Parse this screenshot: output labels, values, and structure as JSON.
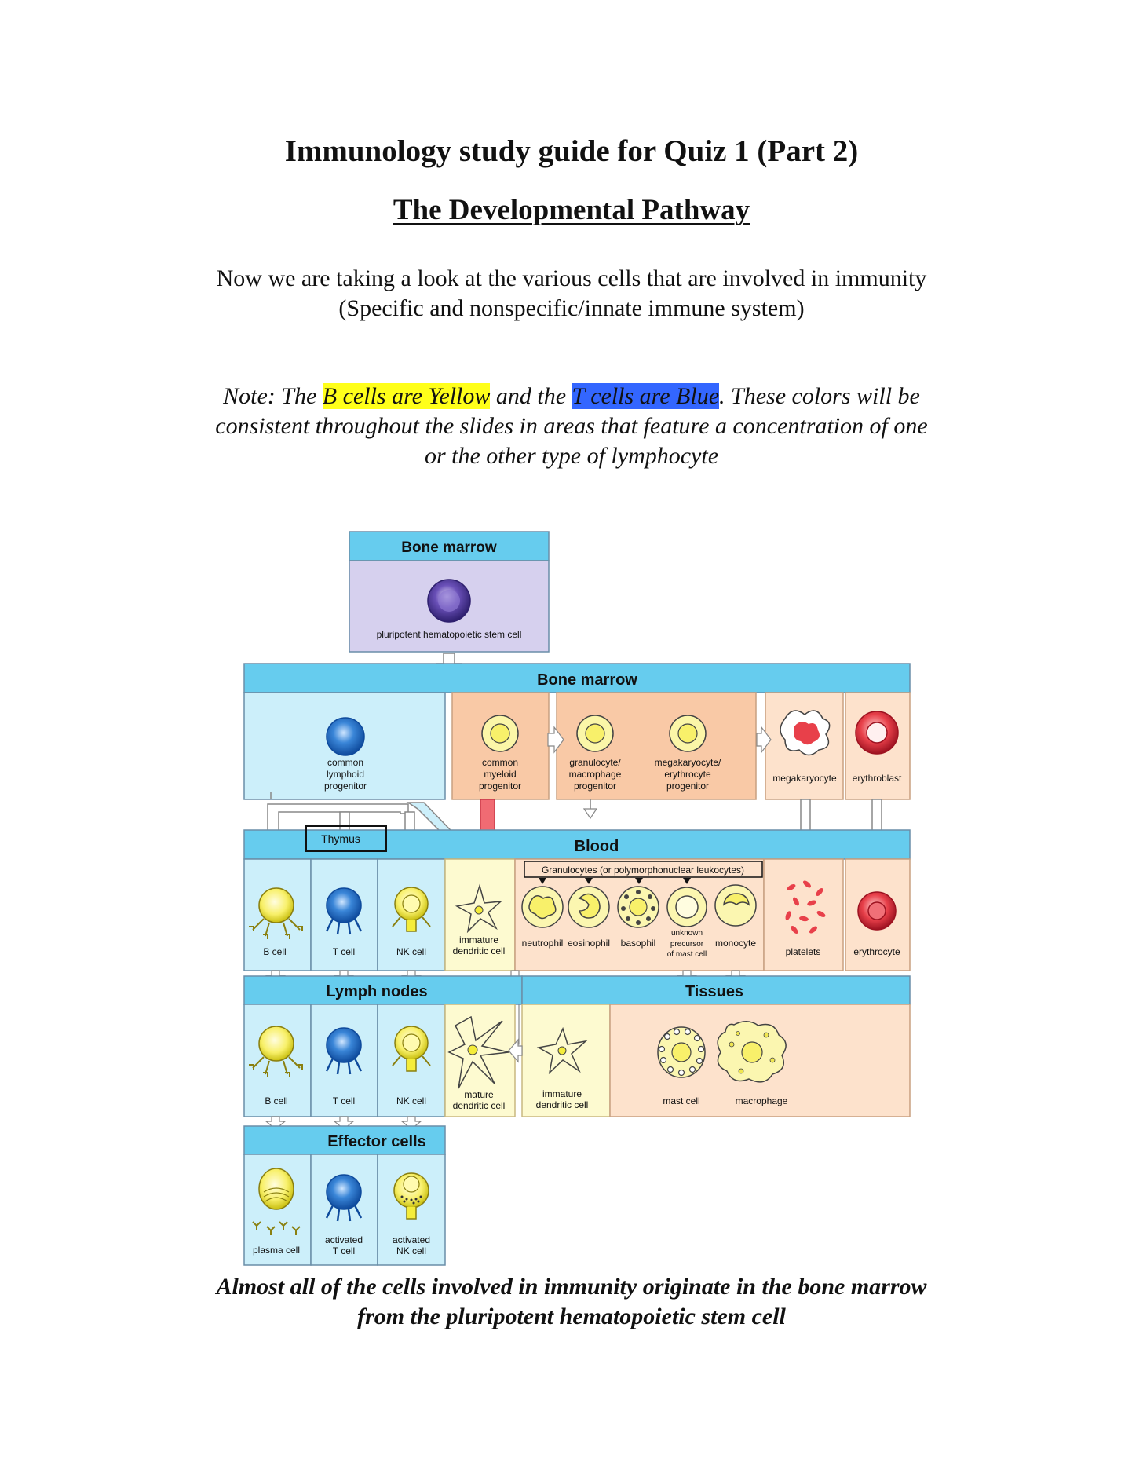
{
  "document": {
    "title": "Immunology study guide for Quiz 1 (Part 2)",
    "subtitle": "The Developmental Pathway",
    "intro_line_1": "Now we are taking a look at the various cells that are involved in immunity",
    "intro_line_2": "(Specific and nonspecific/innate immune system)",
    "note": {
      "prefix": "Note: The ",
      "b_cells": "B cells are Yellow",
      "middle": " and the ",
      "t_cells": "T cells are Blue",
      "suffix": ". These colors will be",
      "line_2": "consistent throughout the slides in areas that feature a concentration of one",
      "line_3": "or the other type of lymphocyte"
    },
    "closing_line_1": "Almost all of the cells involved in immunity originate in the bone marrow",
    "closing_line_2": "from the pluripotent hematopoietic stem cell"
  },
  "diagram": {
    "colors": {
      "header_blue": "#66ccee",
      "lymphoid_panel": "#cceffa",
      "myeloid_panel": "#f9c9a6",
      "tissue_panel": "#fde2cc",
      "stem_panel": "#d6d0ee",
      "b_cell_yellow": "#f4ec3a",
      "t_cell_blue": "#1f6fc9",
      "red_arrow": "#f06b73"
    },
    "stem_header": "Bone marrow",
    "stem_cell": "pluripotent hematopoietic stem cell",
    "bone_marrow_header": "Bone marrow",
    "bone_marrow_cells": {
      "lymphoid": [
        "common",
        "lymphoid",
        "progenitor"
      ],
      "myeloid": [
        "common",
        "myeloid",
        "progenitor"
      ],
      "granulocyte": [
        "granulocyte/",
        "macrophage",
        "progenitor"
      ],
      "megakaryocyte_progenitor": [
        "megakaryocyte/",
        "erythrocyte",
        "progenitor"
      ],
      "megakaryocyte": "megakaryocyte",
      "erythroblast": "erythroblast"
    },
    "thymus": "Thymus",
    "blood_header": "Blood",
    "granulocytes_label": "Granulocytes (or polymorphonuclear leukocytes)",
    "blood_cells": {
      "b_cell": "B cell",
      "t_cell": "T cell",
      "nk_cell": "NK cell",
      "dendritic": [
        "immature",
        "dendritic cell"
      ],
      "neutrophil": "neutrophil",
      "eosinophil": "eosinophil",
      "basophil": "basophil",
      "unknown_precursor": [
        "unknown",
        "precursor",
        "of mast cell"
      ],
      "monocyte": "monocyte",
      "platelets": "platelets",
      "erythrocyte": "erythrocyte"
    },
    "lymph_header": "Lymph nodes",
    "tissues_header": "Tissues",
    "lymph_cells": {
      "b_cell": "B cell",
      "t_cell": "T cell",
      "nk_cell": "NK cell",
      "mature_dendritic": [
        "mature",
        "dendritic cell"
      ],
      "immature_dendritic": [
        "immature",
        "dendritic cell"
      ],
      "mast_cell": "mast cell",
      "macrophage": "macrophage"
    },
    "effector_header": "Effector cells",
    "effector_cells": {
      "plasma": "plasma cell",
      "activated_t": [
        "activated",
        "T cell"
      ],
      "activated_nk": [
        "activated",
        "NK cell"
      ]
    }
  }
}
